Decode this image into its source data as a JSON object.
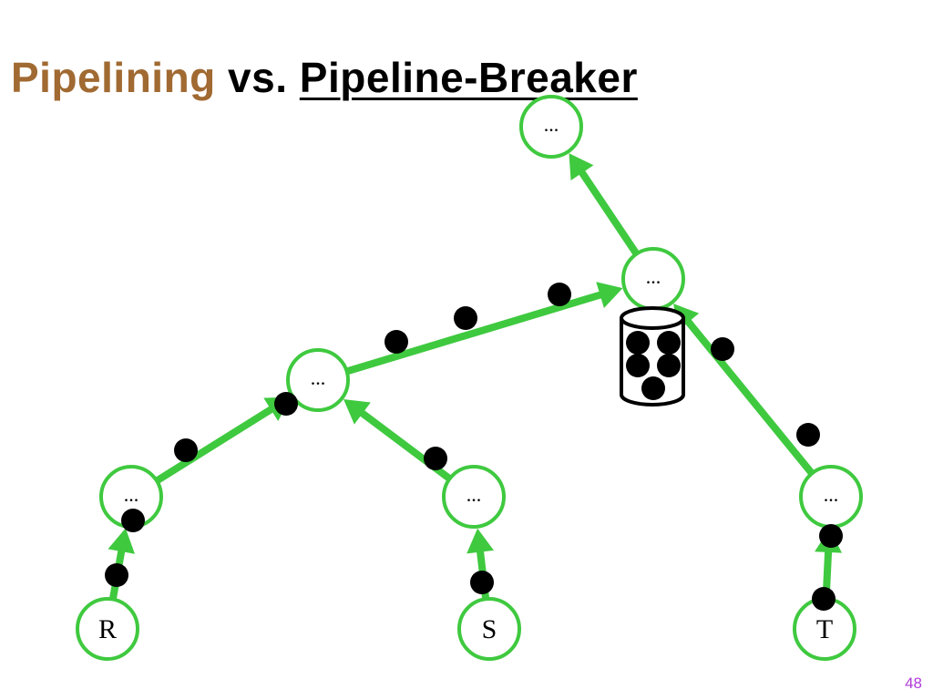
{
  "slide": {
    "title_part1": "Pipelining",
    "title_part2": " vs. ",
    "title_part3": "Pipeline-Breaker",
    "page_number": "48"
  },
  "colors": {
    "title_accent": "#a06a32",
    "edge": "#3fc93f",
    "node_stroke": "#3fc93f",
    "tuple": "#000000",
    "page_number": "#b03cd8"
  },
  "diagram": {
    "nodes": [
      {
        "id": "top",
        "label": "..."
      },
      {
        "id": "join2",
        "label": "..."
      },
      {
        "id": "join1",
        "label": "..."
      },
      {
        "id": "opR",
        "label": "..."
      },
      {
        "id": "opS",
        "label": "..."
      },
      {
        "id": "opT",
        "label": "..."
      },
      {
        "id": "R",
        "label": "R"
      },
      {
        "id": "S",
        "label": "S"
      },
      {
        "id": "T",
        "label": "T"
      }
    ],
    "edges": [
      {
        "from": "join2",
        "to": "top"
      },
      {
        "from": "join1",
        "to": "join2"
      },
      {
        "from": "opT",
        "to": "join2"
      },
      {
        "from": "opR",
        "to": "join1"
      },
      {
        "from": "opS",
        "to": "join1"
      },
      {
        "from": "R",
        "to": "opR"
      },
      {
        "from": "S",
        "to": "opS"
      },
      {
        "from": "T",
        "to": "opT"
      }
    ],
    "buffer_icon": "database-cylinder-icon",
    "buffer_tuple_count": 5
  }
}
